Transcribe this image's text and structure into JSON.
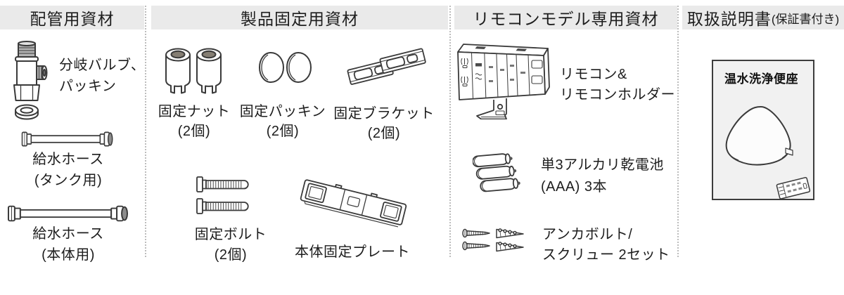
{
  "colors": {
    "header_bg": "#eaeaea",
    "text": "#1d1d1d",
    "line_art": "#3a3a3a",
    "divider_dots": "#bdbdbd",
    "booklet_bg": "#f1f1f1",
    "metal_gray": "#8d8d8d",
    "dark_accent": "#4a4a4a"
  },
  "sections": {
    "piping": {
      "title": "配管用資材",
      "items": {
        "valve": {
          "icon": "branch-valve-icon",
          "line1": "分岐バルブ、",
          "line2": "パッキン"
        },
        "hose_tank": {
          "icon": "water-hose-icon",
          "line1": "給水ホース",
          "line2": "(タンク用)"
        },
        "hose_body": {
          "icon": "water-hose-icon",
          "line1": "給水ホース",
          "line2": "(本体用)"
        }
      }
    },
    "fixing": {
      "title": "製品固定用資材",
      "items": {
        "nut": {
          "icon": "fixing-nuts-icon",
          "line1": "固定ナット",
          "line2": "(2個)"
        },
        "packing": {
          "icon": "fixing-packing-icon",
          "line1": "固定パッキン",
          "line2": "(2個)"
        },
        "bracket": {
          "icon": "fixing-bracket-icon",
          "line1": "固定ブラケット",
          "line2": "(2個)"
        },
        "bolt": {
          "icon": "fixing-bolts-icon",
          "line1": "固定ボルト",
          "line2": "(2個)"
        },
        "plate": {
          "icon": "body-fixing-plate-icon",
          "line1": "本体固定プレート"
        }
      }
    },
    "remote": {
      "title": "リモコンモデル専用資材",
      "items": {
        "remote": {
          "icon": "remote-control-icon",
          "line1": "リモコン&",
          "line2": "リモコンホルダー"
        },
        "battery": {
          "icon": "batteries-icon",
          "line1": "単3アルカリ乾電池",
          "line2": "(AAA) 3本"
        },
        "anchor": {
          "icon": "anchor-bolts-icon",
          "line1": "アンカボルト/",
          "line2": "スクリュー 2セット"
        }
      }
    },
    "manual": {
      "title": "取扱説明書",
      "title_note": "(保証書付き)",
      "booklet_cover_title": "温水洗浄便座"
    }
  }
}
